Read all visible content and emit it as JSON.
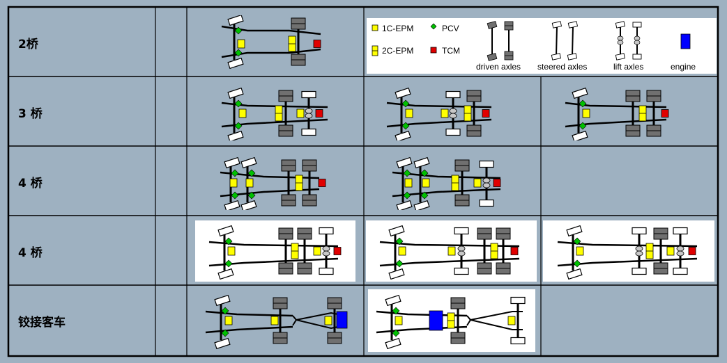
{
  "rows": [
    {
      "label": "2桥"
    },
    {
      "label": "3 桥"
    },
    {
      "label": "4 桥"
    },
    {
      "label": "4 桥"
    },
    {
      "label": "铰接客车"
    }
  ],
  "legend": {
    "epm1": "1C-EPM",
    "epm2": "2C-EPM",
    "pcv": "PCV",
    "tcm": "TCM",
    "driven": "driven axles",
    "steered": "steered axles",
    "lift": "lift axles",
    "engine": "engine"
  },
  "colors": {
    "background": "#9eb1c1",
    "epm": "#ffff00",
    "pcv": "#00c000",
    "tcm": "#e00000",
    "engine": "#0000ff",
    "driven_wheel": "#707070"
  }
}
